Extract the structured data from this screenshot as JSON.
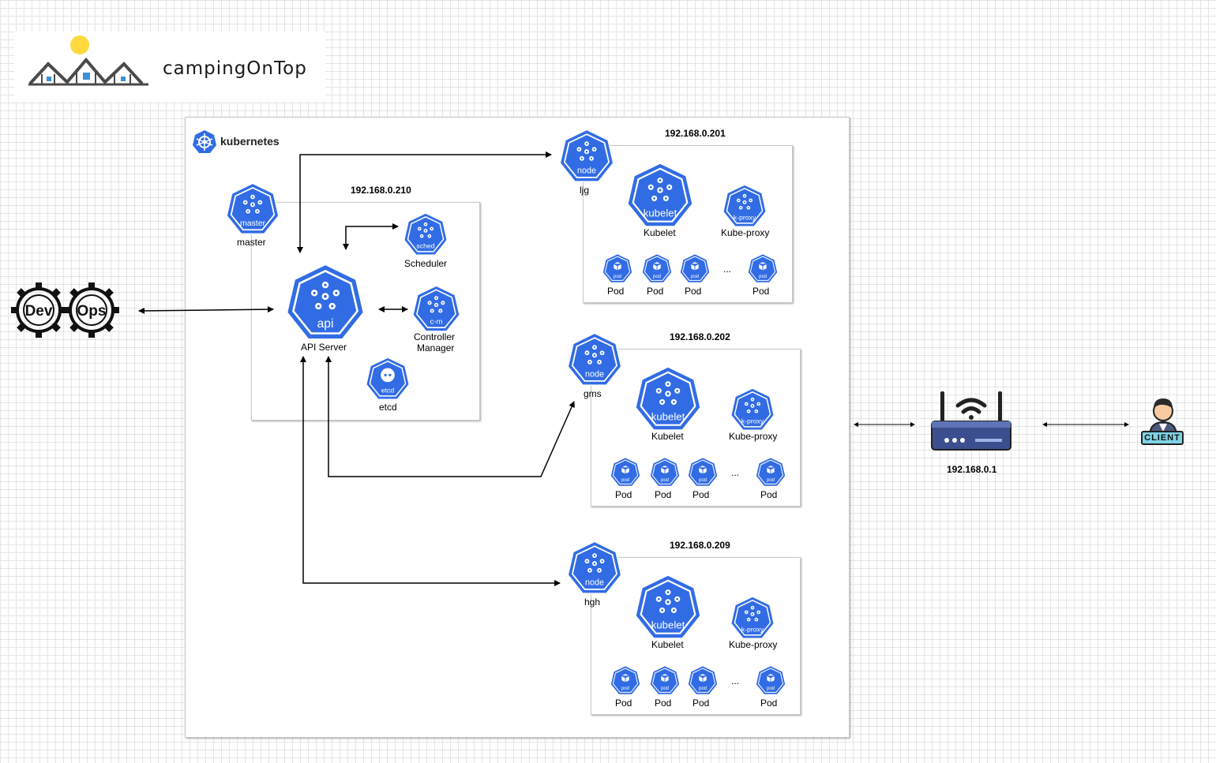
{
  "brand": {
    "name": "campingOnTop"
  },
  "cluster": {
    "logo_text": "kubernetes"
  },
  "devops": {
    "word1": "Dev",
    "word2": "Ops"
  },
  "master": {
    "ip": "192.168.0.210",
    "node_label": "master",
    "icon_text": "master",
    "api": {
      "icon_text": "api",
      "label": "API Server"
    },
    "scheduler": {
      "icon_text": "sched",
      "label": "Scheduler"
    },
    "controller": {
      "icon_text": "c-m",
      "label_line1": "Controller",
      "label_line2": "Manager"
    },
    "etcd": {
      "icon_text": "etcd",
      "label": "etcd"
    }
  },
  "workers": [
    {
      "ip": "192.168.0.201",
      "name": "ljg",
      "node_icon_text": "node",
      "kubelet_icon": "kubelet",
      "kubelet_label": "Kubelet",
      "proxy_icon": "k-proxy",
      "proxy_label": "Kube-proxy",
      "pod_icon": "pod",
      "pod_label": "Pod",
      "ellipsis": "..."
    },
    {
      "ip": "192.168.0.202",
      "name": "gms",
      "node_icon_text": "node",
      "kubelet_icon": "kubelet",
      "kubelet_label": "Kubelet",
      "proxy_icon": "k-proxy",
      "proxy_label": "Kube-proxy",
      "pod_icon": "pod",
      "pod_label": "Pod",
      "ellipsis": "..."
    },
    {
      "ip": "192.168.0.209",
      "name": "hgh",
      "node_icon_text": "node",
      "kubelet_icon": "kubelet",
      "kubelet_label": "Kubelet",
      "proxy_icon": "k-proxy",
      "proxy_label": "Kube-proxy",
      "pod_icon": "pod",
      "pod_label": "Pod",
      "ellipsis": "..."
    }
  ],
  "router": {
    "ip": "192.168.0.1"
  },
  "client": {
    "label": "CLIENT"
  },
  "colors": {
    "k8s_blue": "#326ce5",
    "sun": "#ffd93b",
    "client_teal": "#7fd3e6"
  }
}
